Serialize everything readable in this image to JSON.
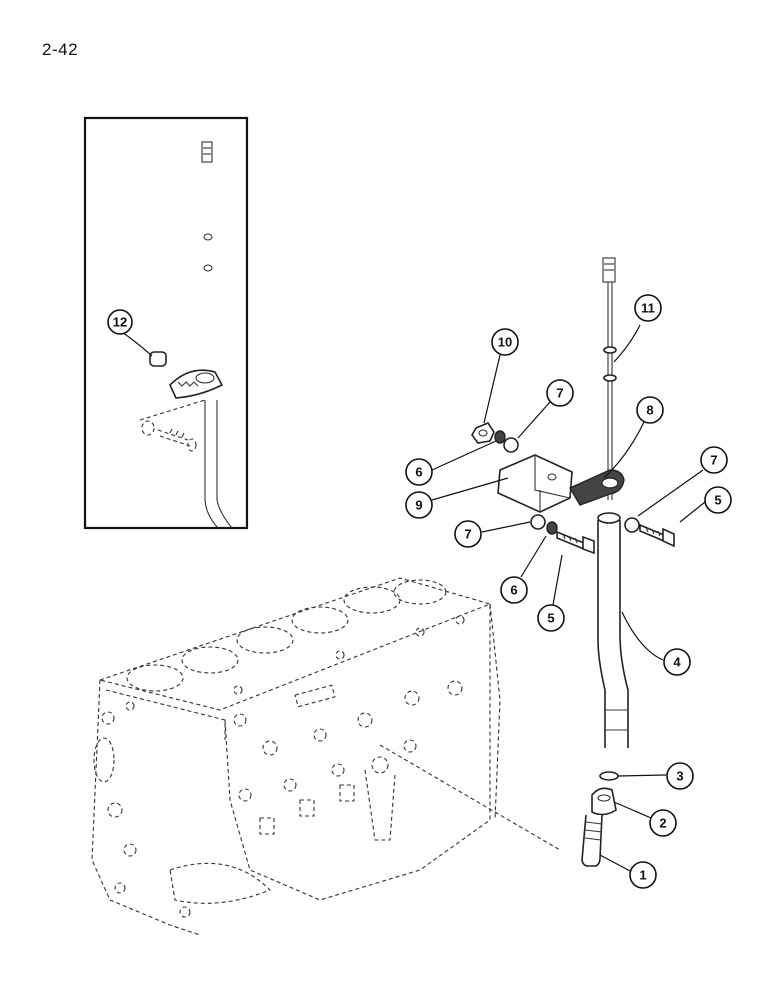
{
  "page": {
    "number": "2-42"
  },
  "callouts": [
    {
      "id": "c1",
      "label": "1"
    },
    {
      "id": "c2",
      "label": "2"
    },
    {
      "id": "c3",
      "label": "3"
    },
    {
      "id": "c4",
      "label": "4"
    },
    {
      "id": "c5a",
      "label": "5"
    },
    {
      "id": "c5b",
      "label": "5"
    },
    {
      "id": "c6a",
      "label": "6"
    },
    {
      "id": "c6b",
      "label": "6"
    },
    {
      "id": "c7a",
      "label": "7"
    },
    {
      "id": "c7b",
      "label": "7"
    },
    {
      "id": "c7c",
      "label": "7"
    },
    {
      "id": "c8",
      "label": "8"
    },
    {
      "id": "c9",
      "label": "9"
    },
    {
      "id": "c10",
      "label": "10"
    },
    {
      "id": "c11",
      "label": "11"
    },
    {
      "id": "c12",
      "label": "12"
    }
  ]
}
